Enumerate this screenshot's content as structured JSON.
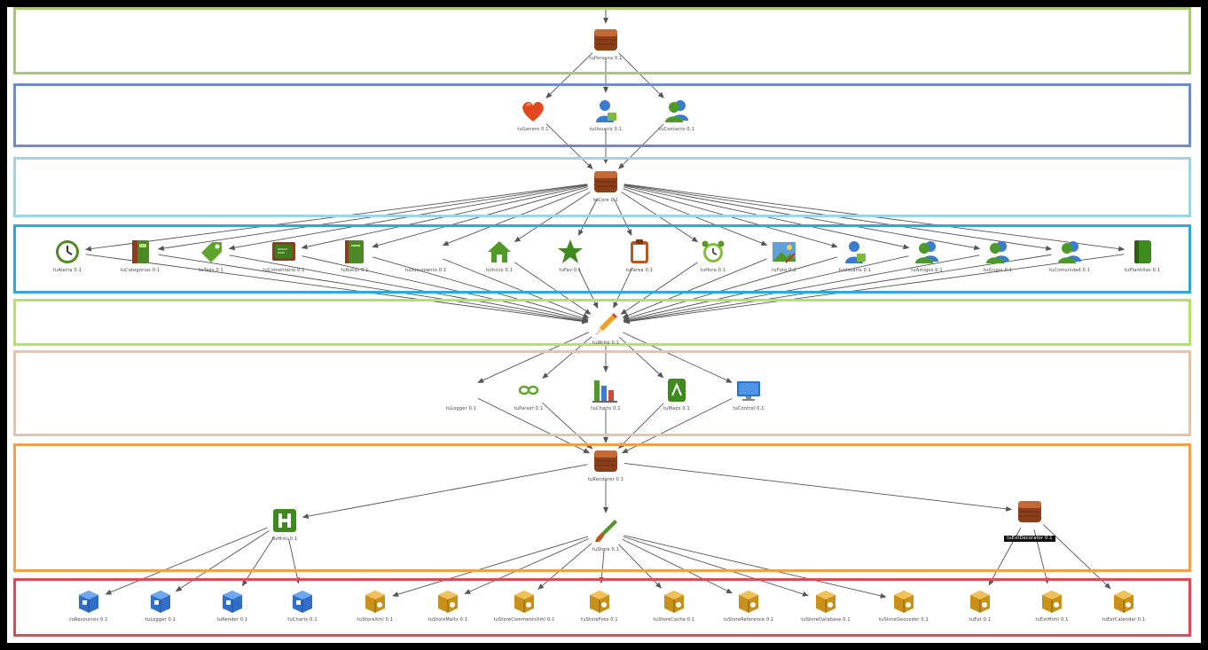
{
  "diagram": {
    "title": "",
    "layers": [
      {
        "id": "l1",
        "color": "#a7c875"
      },
      {
        "id": "l2",
        "color": "#6c8dc9"
      },
      {
        "id": "l3",
        "color": "#9fd3e6"
      },
      {
        "id": "l4",
        "color": "#2ea8d8"
      },
      {
        "id": "l5",
        "color": "#b3e26a"
      },
      {
        "id": "l6",
        "color": "#e9c3a6"
      },
      {
        "id": "l7",
        "color": "#f4a04a"
      },
      {
        "id": "l8",
        "color": "#e04a56"
      }
    ],
    "nodes": [
      {
        "id": "persona",
        "label": "tuPersona  0.1",
        "icon": "box-icon"
      },
      {
        "id": "heart",
        "label": "tuGenero 0.1",
        "icon": "heart-icon"
      },
      {
        "id": "usr1",
        "label": "tuUsuario 0.1",
        "icon": "user-icon"
      },
      {
        "id": "grp1",
        "label": "tuContacto 0.1",
        "icon": "users-icon"
      },
      {
        "id": "core",
        "label": "tuCore 0.1",
        "icon": "box-icon"
      },
      {
        "id": "n1",
        "label": "tuAlerta 0.1",
        "icon": "clock-icon"
      },
      {
        "id": "n2",
        "label": "tuCategorias 0.1",
        "icon": "book-icon"
      },
      {
        "id": "n3",
        "label": "tuTags 0.1",
        "icon": "tag-icon"
      },
      {
        "id": "n4",
        "label": "tuComentario 0.1",
        "icon": "chalkboard-icon"
      },
      {
        "id": "n5",
        "label": "tuNotas 0.1",
        "icon": "notebook-icon"
      },
      {
        "id": "n6",
        "label": "tuDocumento 0.1",
        "icon": "none"
      },
      {
        "id": "n7",
        "label": "tuInicio 0.1",
        "icon": "home-icon"
      },
      {
        "id": "n8",
        "label": "tuFav 0.1",
        "icon": "star-icon"
      },
      {
        "id": "n9",
        "label": "tuTarea 0.1",
        "icon": "clipboard-icon"
      },
      {
        "id": "n10",
        "label": "tuHora 0.1",
        "icon": "alarm-icon"
      },
      {
        "id": "n11",
        "label": "tuFoto 0.1",
        "icon": "picture-icon"
      },
      {
        "id": "n12",
        "label": "tuUsuario 0.1",
        "icon": "user-icon"
      },
      {
        "id": "n13",
        "label": "tuAmigos 0.1",
        "icon": "users-icon"
      },
      {
        "id": "n14",
        "label": "tuGrupo 0.1",
        "icon": "users-icon"
      },
      {
        "id": "n15",
        "label": "tuComunidad 0.1",
        "icon": "users-icon"
      },
      {
        "id": "n16",
        "label": "tuPlantillas 0.1",
        "icon": "green-book-icon"
      },
      {
        "id": "write",
        "label": "tuWrite 0.1",
        "icon": "pencil-icon"
      },
      {
        "id": "logger",
        "label": "tuLogger 0.1",
        "icon": "none"
      },
      {
        "id": "link",
        "label": "tuParser 0.1",
        "icon": "link-icon"
      },
      {
        "id": "chart",
        "label": "tuCharts 0.1",
        "icon": "bar-chart-icon"
      },
      {
        "id": "maps",
        "label": "tuMaps 0.1",
        "icon": "document-icon"
      },
      {
        "id": "monitor",
        "label": "tuControl 0.1",
        "icon": "monitor-icon"
      },
      {
        "id": "render",
        "label": "tuRenderer 0.1",
        "icon": "box-icon"
      },
      {
        "id": "html",
        "label": "tuHtml 0.1",
        "icon": "html-icon"
      },
      {
        "id": "brush",
        "label": "tuStore 0.1",
        "icon": "brush-icon"
      },
      {
        "id": "ext",
        "label": "tuExtDecorator 0.1",
        "icon": "box-icon",
        "highlight": true
      },
      {
        "id": "b1",
        "label": "tuResources 0.1",
        "icon": "blue-box-icon"
      },
      {
        "id": "b2",
        "label": "tuLogger 0.1",
        "icon": "blue-box-icon"
      },
      {
        "id": "b3",
        "label": "tuRender 0.1",
        "icon": "blue-box-icon"
      },
      {
        "id": "b4",
        "label": "tuCharts 0.1",
        "icon": "blue-box-icon"
      },
      {
        "id": "y1",
        "label": "tuStoreXml 0.1",
        "icon": "package-icon"
      },
      {
        "id": "y2",
        "label": "tuStoreMaltz 0.1",
        "icon": "package-icon"
      },
      {
        "id": "y3",
        "label": "tuStoreCommentsXml 0.1",
        "icon": "package-icon"
      },
      {
        "id": "y4",
        "label": "tuStoreFoto 0.1",
        "icon": "package-icon"
      },
      {
        "id": "y5",
        "label": "tuStoreCache 0.1",
        "icon": "package-icon"
      },
      {
        "id": "y6",
        "label": "tuStoreReference 0.1",
        "icon": "package-icon"
      },
      {
        "id": "y7",
        "label": "tuStoreDatabase 0.1",
        "icon": "package-icon"
      },
      {
        "id": "y8",
        "label": "tuStoreGeocoder 0.1",
        "icon": "package-icon"
      },
      {
        "id": "y9",
        "label": "tuExt 0.1",
        "icon": "package-icon"
      },
      {
        "id": "y10",
        "label": "tuExtHtml 0.1",
        "icon": "package-icon"
      },
      {
        "id": "y11",
        "label": "tuExtCalendar 0.1",
        "icon": "package-icon"
      }
    ],
    "edges": [
      [
        "persona",
        "heart"
      ],
      [
        "persona",
        "usr1"
      ],
      [
        "persona",
        "grp1"
      ],
      [
        "heart",
        "core"
      ],
      [
        "usr1",
        "core"
      ],
      [
        "grp1",
        "core"
      ],
      [
        "core",
        "n1"
      ],
      [
        "core",
        "n2"
      ],
      [
        "core",
        "n3"
      ],
      [
        "core",
        "n4"
      ],
      [
        "core",
        "n5"
      ],
      [
        "core",
        "n6"
      ],
      [
        "core",
        "n7"
      ],
      [
        "core",
        "n8"
      ],
      [
        "core",
        "n9"
      ],
      [
        "core",
        "n10"
      ],
      [
        "core",
        "n11"
      ],
      [
        "core",
        "n12"
      ],
      [
        "core",
        "n13"
      ],
      [
        "core",
        "n14"
      ],
      [
        "core",
        "n15"
      ],
      [
        "core",
        "n16"
      ],
      [
        "n1",
        "write"
      ],
      [
        "n2",
        "write"
      ],
      [
        "n3",
        "write"
      ],
      [
        "n4",
        "write"
      ],
      [
        "n5",
        "write"
      ],
      [
        "n6",
        "write"
      ],
      [
        "n7",
        "write"
      ],
      [
        "n8",
        "write"
      ],
      [
        "n9",
        "write"
      ],
      [
        "n10",
        "write"
      ],
      [
        "n11",
        "write"
      ],
      [
        "n12",
        "write"
      ],
      [
        "n13",
        "write"
      ],
      [
        "n14",
        "write"
      ],
      [
        "n15",
        "write"
      ],
      [
        "n16",
        "write"
      ],
      [
        "write",
        "logger"
      ],
      [
        "write",
        "link"
      ],
      [
        "write",
        "chart"
      ],
      [
        "write",
        "maps"
      ],
      [
        "write",
        "monitor"
      ],
      [
        "logger",
        "render"
      ],
      [
        "link",
        "render"
      ],
      [
        "chart",
        "render"
      ],
      [
        "maps",
        "render"
      ],
      [
        "monitor",
        "render"
      ],
      [
        "render",
        "html"
      ],
      [
        "render",
        "brush"
      ],
      [
        "render",
        "ext"
      ],
      [
        "html",
        "b1"
      ],
      [
        "html",
        "b2"
      ],
      [
        "html",
        "b3"
      ],
      [
        "html",
        "b4"
      ],
      [
        "brush",
        "y1"
      ],
      [
        "brush",
        "y2"
      ],
      [
        "brush",
        "y3"
      ],
      [
        "brush",
        "y4"
      ],
      [
        "brush",
        "y5"
      ],
      [
        "brush",
        "y6"
      ],
      [
        "brush",
        "y7"
      ],
      [
        "brush",
        "y8"
      ],
      [
        "ext",
        "y9"
      ],
      [
        "ext",
        "y10"
      ],
      [
        "ext",
        "y11"
      ]
    ]
  }
}
